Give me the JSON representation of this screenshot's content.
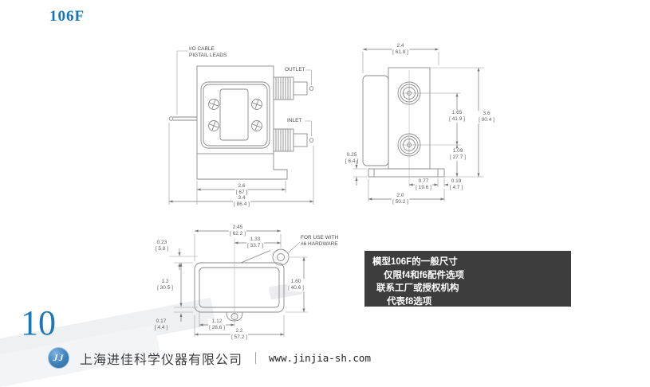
{
  "title": {
    "model": "106F"
  },
  "page_number": "10",
  "colors": {
    "accent_blue": "#1276bd",
    "note_bg": "#3d3d3d",
    "note_text": "#ffffff",
    "line_gray": "#8a8a8a",
    "dim_text": "#5f5f5f"
  },
  "front_view": {
    "labels": {
      "io_cable": "I/O CABLE\nPIGTAIL LEADS",
      "outlet": "OUTLET",
      "inlet": "INLET"
    },
    "dims": {
      "body_width": "2.6\n[ 67 ]",
      "overall_width": "3.4\n[ 86.4 ]"
    }
  },
  "side_view": {
    "dims": {
      "depth": "2.4\n[ 61.8 ]",
      "port_spacing": "1.65\n[ 41.9 ]",
      "overall_height": "3.6\n[ 90.4 ]",
      "flange_thickness": "0.25\n[ 6.4 ]",
      "inlet_to_base": "1.09\n[ 27.7 ]",
      "slot_to_center": "0.77\n[ 19.6 ]",
      "slot_to_edge": "0.19\n[ 4.7 ]",
      "base_depth": "2.0\n[ 50.2 ]"
    }
  },
  "top_view": {
    "labels": {
      "hardware": "FOR USE WITH\n#6 HARDWARE"
    },
    "dims": {
      "overall_width": "2.45\n[ 62.2 ]",
      "hole_to_center": "1.33\n[ 33.7 ]",
      "tab_offset": "0.23\n[ 5.8 ]",
      "body_depth": "1.2\n[ 30.5 ]",
      "hole_to_bottom": "1.60\n[ 40.6 ]",
      "tab_drop": "0.17\n[ 4.4 ]",
      "hole_to_left": "1.12\n[ 28.6 ]",
      "body_width": "2.2\n[ 57.2 ]"
    }
  },
  "note": {
    "lines": [
      "模型106F的一般尺寸",
      "仅限f4和f6配件选项",
      "联系工厂或授权机构",
      "代表f8选项"
    ]
  },
  "footer": {
    "logo": "JJ",
    "company": "上海进佳科学仪器有限公司",
    "separator": "｜",
    "website": "www.jinjia-sh.com"
  }
}
